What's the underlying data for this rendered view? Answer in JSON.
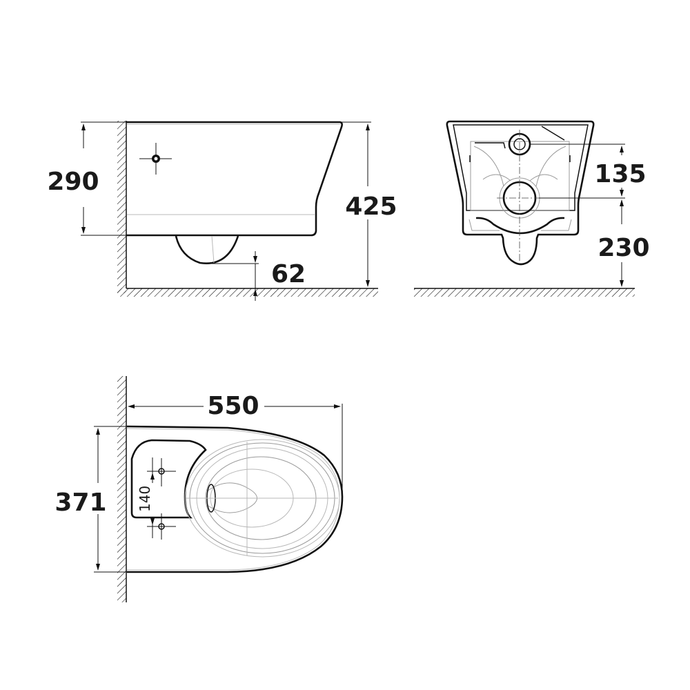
{
  "drawing": {
    "title": "Wall-hung toilet technical drawing",
    "units": "mm",
    "colors": {
      "line": "#111111",
      "detail": "#9a9a9a",
      "text": "#1a1a1a",
      "background": "#ffffff"
    }
  },
  "side_view": {
    "dims": {
      "height_from_wall_top": "290",
      "total_height": "425",
      "bottom_clearance": "62"
    }
  },
  "front_view": {
    "dims": {
      "outlet_spacing": "135",
      "outlet_height": "230"
    }
  },
  "top_view": {
    "dims": {
      "length": "550",
      "width": "371",
      "bolt_spacing": "140"
    }
  }
}
